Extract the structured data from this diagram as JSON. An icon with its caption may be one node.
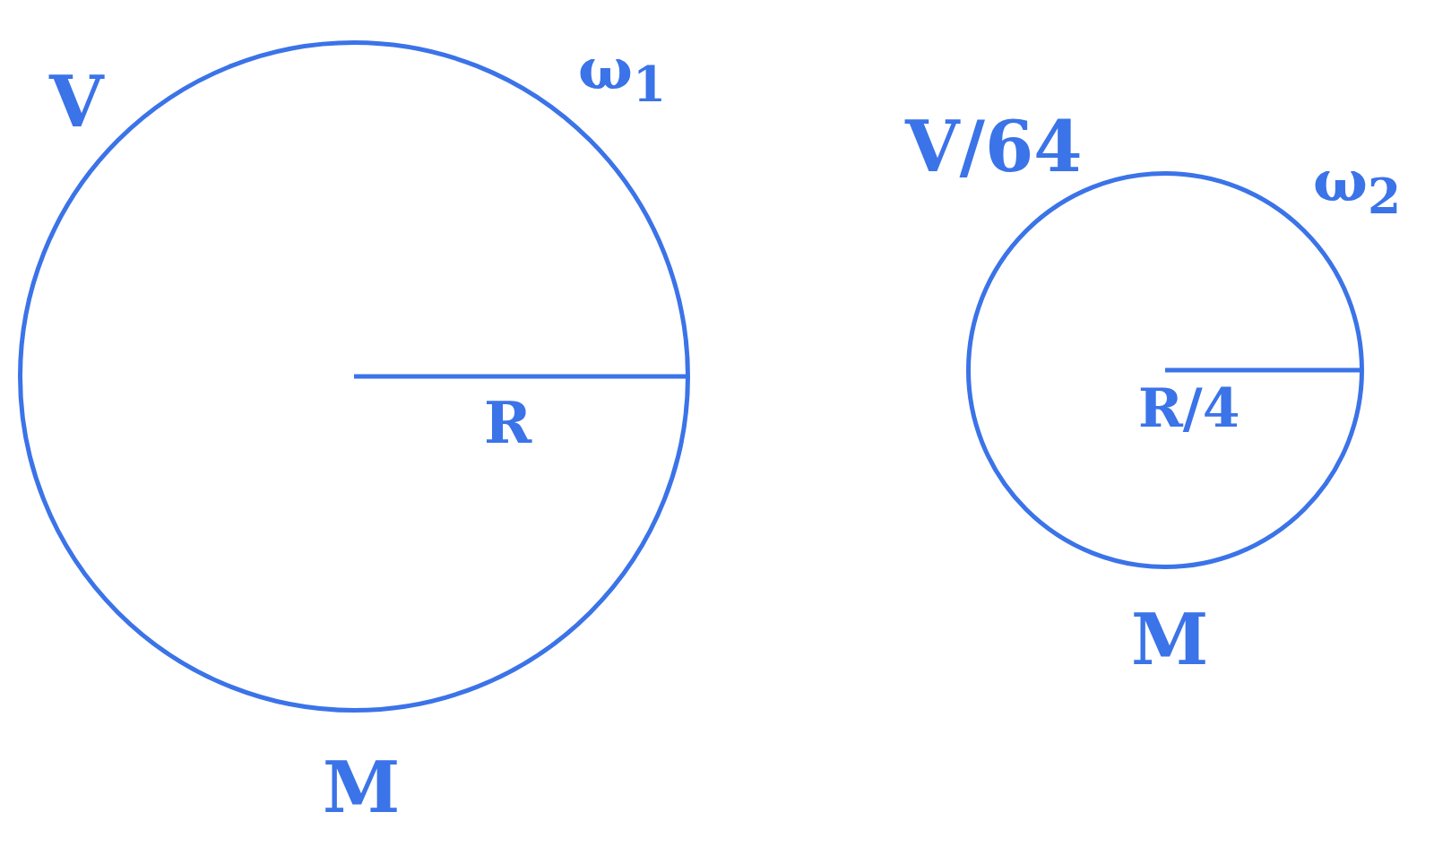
{
  "diagram": {
    "nodes": [
      {
        "text": [
          "R"
        ],
        "beside": [
          "V",
          "ω$_{1}$",
          "M"
        ]
      },
      {
        "text": [
          "R/4"
        ],
        "beside": [
          "V/64",
          "ω$_{2}$",
          "M"
        ]
      }
    ]
  }
}
